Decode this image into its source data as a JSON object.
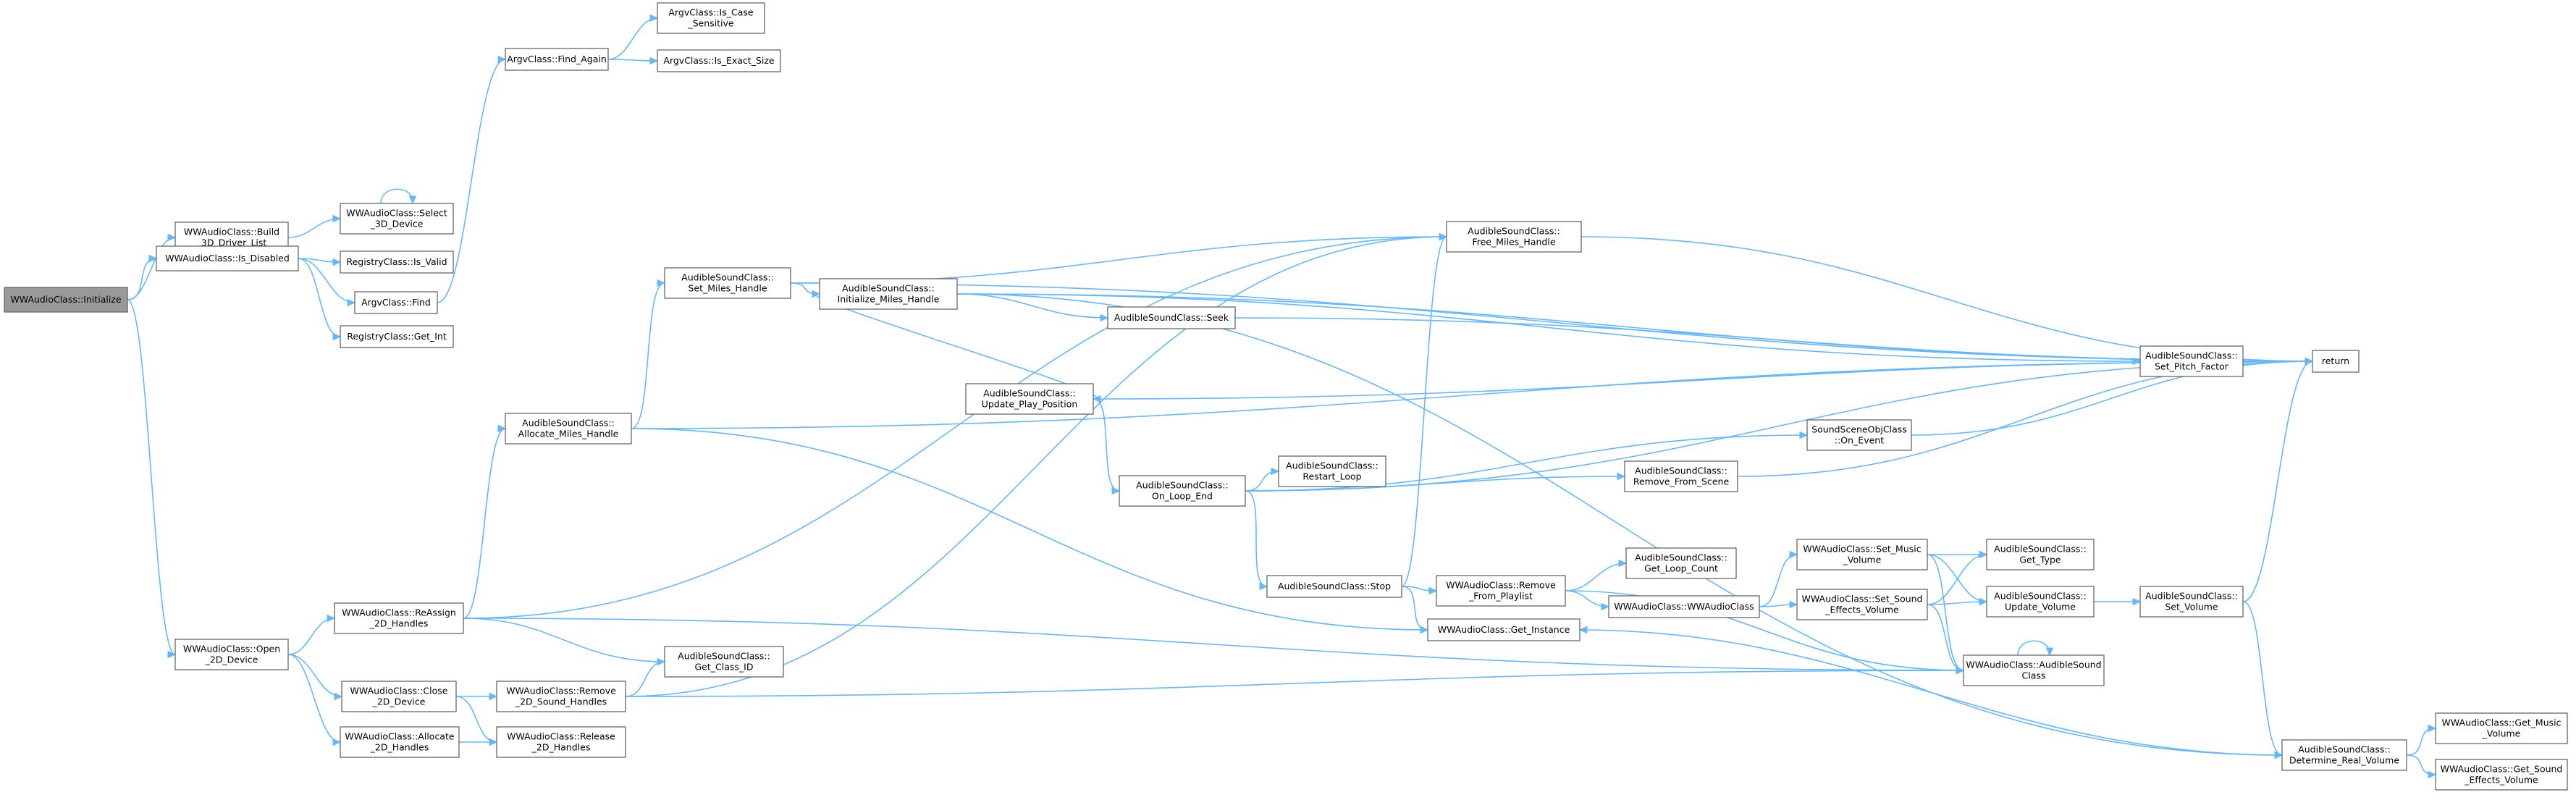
{
  "graph": {
    "accent": "#63b8ff",
    "node_border": "#666666",
    "root_fill": "#999999",
    "nodes": [
      {
        "id": "init",
        "lines": [
          "WWAudioClass::Initialize"
        ],
        "root": true
      },
      {
        "id": "build3d",
        "lines": [
          "WWAudioClass::Build",
          "_3D_Driver_List"
        ]
      },
      {
        "id": "isdisabled",
        "lines": [
          "WWAudioClass::Is_Disabled"
        ]
      },
      {
        "id": "open2d",
        "lines": [
          "WWAudioClass::Open",
          "_2D_Device"
        ]
      },
      {
        "id": "select3d",
        "lines": [
          "WWAudioClass::Select",
          "_3D_Device"
        ]
      },
      {
        "id": "regvalid",
        "lines": [
          "RegistryClass::Is_Valid"
        ]
      },
      {
        "id": "argfind",
        "lines": [
          "ArgvClass::Find"
        ]
      },
      {
        "id": "reggetint",
        "lines": [
          "RegistryClass::Get_Int"
        ]
      },
      {
        "id": "findagain",
        "lines": [
          "ArgvClass::Find_Again"
        ]
      },
      {
        "id": "iscase",
        "lines": [
          "ArgvClass::Is_Case",
          "_Sensitive"
        ]
      },
      {
        "id": "isexact",
        "lines": [
          "ArgvClass::Is_Exact_Size"
        ]
      },
      {
        "id": "reassign",
        "lines": [
          "WWAudioClass::ReAssign",
          "_2D_Handles"
        ]
      },
      {
        "id": "close2d",
        "lines": [
          "WWAudioClass::Close",
          "_2D_Device"
        ]
      },
      {
        "id": "alloc2d",
        "lines": [
          "WWAudioClass::Allocate",
          "_2D_Handles"
        ]
      },
      {
        "id": "allocmiles",
        "lines": [
          "AudibleSoundClass::",
          "Allocate_Miles_Handle"
        ]
      },
      {
        "id": "getclassid",
        "lines": [
          "AudibleSoundClass::",
          "Get_Class_ID"
        ]
      },
      {
        "id": "remove2d",
        "lines": [
          "WWAudioClass::Remove",
          "_2D_Sound_Handles"
        ]
      },
      {
        "id": "release2d",
        "lines": [
          "WWAudioClass::Release",
          "_2D_Handles"
        ]
      },
      {
        "id": "setmiles",
        "lines": [
          "AudibleSoundClass::",
          "Set_Miles_Handle"
        ]
      },
      {
        "id": "initmiles",
        "lines": [
          "AudibleSoundClass::",
          "Initialize_Miles_Handle"
        ]
      },
      {
        "id": "seek",
        "lines": [
          "AudibleSoundClass::Seek"
        ]
      },
      {
        "id": "updateplay",
        "lines": [
          "AudibleSoundClass::",
          "Update_Play_Position"
        ]
      },
      {
        "id": "onloopend",
        "lines": [
          "AudibleSoundClass::",
          "On_Loop_End"
        ]
      },
      {
        "id": "restartloop",
        "lines": [
          "AudibleSoundClass::",
          "Restart_Loop"
        ]
      },
      {
        "id": "stop",
        "lines": [
          "AudibleSoundClass::Stop"
        ]
      },
      {
        "id": "freemiles",
        "lines": [
          "AudibleSoundClass::",
          "Free_Miles_Handle"
        ]
      },
      {
        "id": "removefromscene",
        "lines": [
          "AudibleSoundClass::",
          "Remove_From_Scene"
        ]
      },
      {
        "id": "soundsceneevent",
        "lines": [
          "SoundSceneObjClass",
          "::On_Event"
        ]
      },
      {
        "id": "removeplaylist",
        "lines": [
          "WWAudioClass::Remove",
          "_From_Playlist"
        ]
      },
      {
        "id": "getinstance",
        "lines": [
          "WWAudioClass::Get_Instance"
        ]
      },
      {
        "id": "getloopcount",
        "lines": [
          "AudibleSoundClass::",
          "Get_Loop_Count"
        ]
      },
      {
        "id": "wwaudioclass",
        "lines": [
          "WWAudioClass::WWAudioClass"
        ]
      },
      {
        "id": "setmusic",
        "lines": [
          "WWAudioClass::Set_Music",
          "_Volume"
        ]
      },
      {
        "id": "setsfx",
        "lines": [
          "WWAudioClass::Set_Sound",
          "_Effects_Volume"
        ]
      },
      {
        "id": "audiblector",
        "lines": [
          "WWAudioClass::AudibleSound",
          "Class"
        ]
      },
      {
        "id": "gettype",
        "lines": [
          "AudibleSoundClass::",
          "Get_Type"
        ]
      },
      {
        "id": "updatevolume",
        "lines": [
          "AudibleSoundClass::",
          "Update_Volume"
        ]
      },
      {
        "id": "setvolume",
        "lines": [
          "AudibleSoundClass::",
          "Set_Volume"
        ]
      },
      {
        "id": "setpitch",
        "lines": [
          "AudibleSoundClass::",
          "Set_Pitch_Factor"
        ]
      },
      {
        "id": "return",
        "lines": [
          "return"
        ]
      },
      {
        "id": "detreal",
        "lines": [
          "AudibleSoundClass::",
          "Determine_Real_Volume"
        ]
      },
      {
        "id": "getmusicvol",
        "lines": [
          "WWAudioClass::Get_Music",
          "_Volume"
        ]
      },
      {
        "id": "getsfxvol",
        "lines": [
          "WWAudioClass::Get_Sound",
          "_Effects_Volume"
        ]
      }
    ],
    "edges": [
      [
        "init",
        "build3d"
      ],
      [
        "init",
        "isdisabled"
      ],
      [
        "init",
        "open2d"
      ],
      [
        "build3d",
        "select3d"
      ],
      [
        "select3d",
        "select3d"
      ],
      [
        "isdisabled",
        "regvalid"
      ],
      [
        "isdisabled",
        "argfind"
      ],
      [
        "isdisabled",
        "reggetint"
      ],
      [
        "argfind",
        "findagain"
      ],
      [
        "findagain",
        "iscase"
      ],
      [
        "findagain",
        "isexact"
      ],
      [
        "open2d",
        "reassign"
      ],
      [
        "open2d",
        "close2d"
      ],
      [
        "open2d",
        "alloc2d"
      ],
      [
        "reassign",
        "allocmiles"
      ],
      [
        "reassign",
        "getclassid"
      ],
      [
        "reassign",
        "freemiles"
      ],
      [
        "reassign",
        "audiblector"
      ],
      [
        "close2d",
        "remove2d"
      ],
      [
        "close2d",
        "release2d"
      ],
      [
        "alloc2d",
        "release2d"
      ],
      [
        "remove2d",
        "getclassid"
      ],
      [
        "remove2d",
        "freemiles"
      ],
      [
        "remove2d",
        "audiblector"
      ],
      [
        "allocmiles",
        "setmiles"
      ],
      [
        "allocmiles",
        "getinstance"
      ],
      [
        "allocmiles",
        "return"
      ],
      [
        "setmiles",
        "freemiles"
      ],
      [
        "setmiles",
        "initmiles"
      ],
      [
        "setmiles",
        "return"
      ],
      [
        "initmiles",
        "seek"
      ],
      [
        "initmiles",
        "updateplay"
      ],
      [
        "initmiles",
        "setpitch"
      ],
      [
        "initmiles",
        "return"
      ],
      [
        "initmiles",
        "detreal"
      ],
      [
        "seek",
        "return"
      ],
      [
        "updateplay",
        "onloopend"
      ],
      [
        "updateplay",
        "return"
      ],
      [
        "onloopend",
        "restartloop"
      ],
      [
        "onloopend",
        "stop"
      ],
      [
        "onloopend",
        "removefromscene"
      ],
      [
        "onloopend",
        "soundsceneevent"
      ],
      [
        "onloopend",
        "return"
      ],
      [
        "stop",
        "freemiles"
      ],
      [
        "stop",
        "removeplaylist"
      ],
      [
        "stop",
        "getinstance"
      ],
      [
        "freemiles",
        "return"
      ],
      [
        "removefromscene",
        "return"
      ],
      [
        "soundsceneevent",
        "return"
      ],
      [
        "removeplaylist",
        "getloopcount"
      ],
      [
        "removeplaylist",
        "wwaudioclass"
      ],
      [
        "removeplaylist",
        "audiblector"
      ],
      [
        "wwaudioclass",
        "setmusic"
      ],
      [
        "wwaudioclass",
        "setsfx"
      ],
      [
        "setmusic",
        "gettype"
      ],
      [
        "setmusic",
        "updatevolume"
      ],
      [
        "setmusic",
        "audiblector"
      ],
      [
        "setsfx",
        "gettype"
      ],
      [
        "setsfx",
        "updatevolume"
      ],
      [
        "setsfx",
        "audiblector"
      ],
      [
        "audiblector",
        "audiblector"
      ],
      [
        "updatevolume",
        "setvolume"
      ],
      [
        "setvolume",
        "return"
      ],
      [
        "setvolume",
        "detreal"
      ],
      [
        "setpitch",
        "return"
      ],
      [
        "detreal",
        "getinstance"
      ],
      [
        "detreal",
        "getmusicvol"
      ],
      [
        "detreal",
        "getsfxvol"
      ]
    ]
  }
}
